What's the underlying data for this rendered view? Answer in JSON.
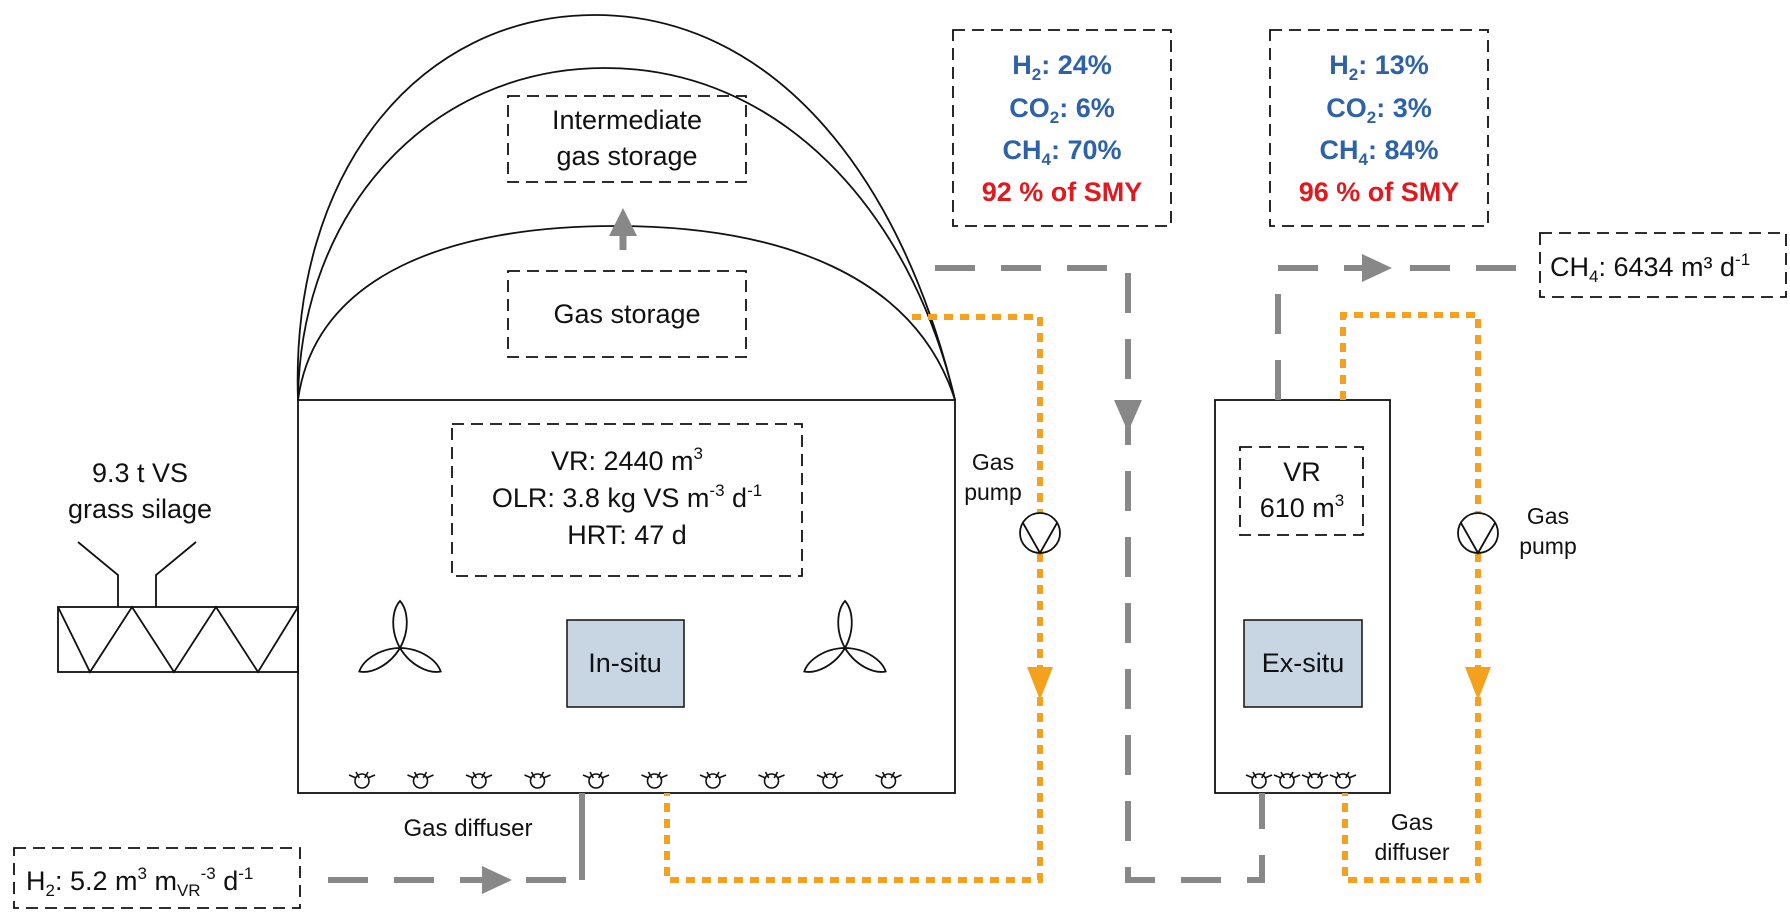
{
  "storage": {
    "intermediate_line1": "Intermediate",
    "intermediate_line2": "gas storage",
    "gas_storage": "Gas storage"
  },
  "insitu_box": {
    "vr": "VR: 2440 m",
    "vr_sup": "3",
    "olr_prefix": "OLR:  3.8 kg VS m",
    "olr_sup1": "-3",
    "olr_mid": " d",
    "olr_sup2": "-1",
    "hrt": "HRT: 47 d"
  },
  "reactor_labels": {
    "insitu": "In-situ",
    "exsitu": "Ex-situ"
  },
  "exsitu_box": {
    "vr_line1": "VR",
    "vr_line2": "610 m",
    "vr_sup": "3"
  },
  "feed": {
    "line1": "9.3 t VS",
    "line2": "grass silage"
  },
  "pumps": {
    "word1": "Gas",
    "word2": "pump"
  },
  "diffusers": {
    "insitu": "Gas diffuser",
    "ex_word1": "Gas",
    "ex_word2": "diffuser"
  },
  "h2_input": {
    "prefix": "H",
    "sub": "2",
    "value": ": 5.2 m",
    "sup1": "3",
    "mid": " m",
    "sub2": "VR",
    "sup2": "-3",
    "end": " d",
    "sup3": "-1"
  },
  "ch4_output": {
    "prefix": "CH",
    "sub": "4",
    "value": ": 6434 m³ d",
    "sup": "-1"
  },
  "composition_insitu": {
    "h2": ": 24%",
    "co2": ": 6%",
    "ch4": ": 70%",
    "smy": "92 % of SMY"
  },
  "composition_exsitu": {
    "h2": ": 13%",
    "co2": ": 3%",
    "ch4": ": 84%",
    "smy": "96 % of SMY"
  },
  "formula": {
    "h": "H",
    "co": "CO",
    "ch": "CH",
    "two": "2",
    "four": "4"
  },
  "colors": {
    "gas_line": "#888888",
    "recirc_line": "#f4a11d",
    "reactor_fill": "#c8d5e3",
    "blue_text": "#2e62a8",
    "red_text": "#e0191f"
  }
}
